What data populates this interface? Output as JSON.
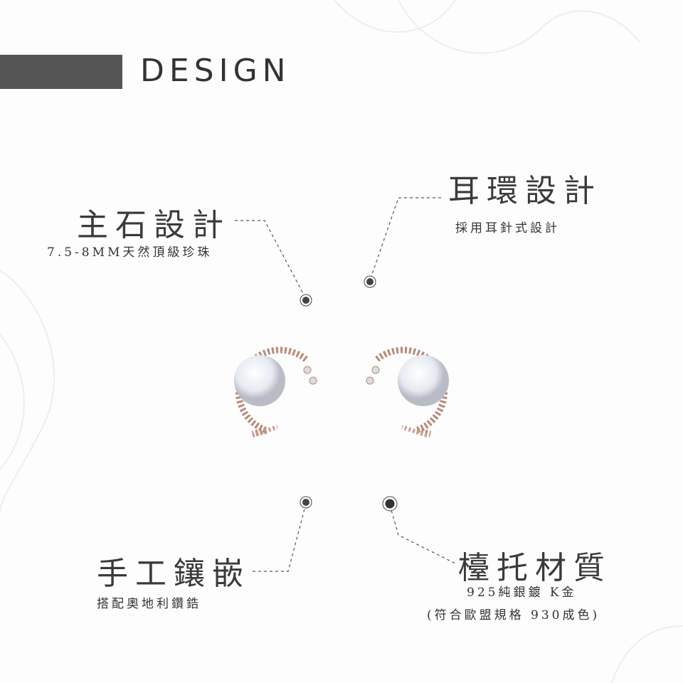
{
  "header": {
    "title": "DESIGN"
  },
  "features": [
    {
      "title": "主石設計",
      "lines": [
        "7.5-8MM天然頂級珍珠"
      ]
    },
    {
      "title": "耳環設計",
      "lines": [
        "採用耳針式設計"
      ]
    },
    {
      "title": "手工鑲嵌",
      "lines": [
        "搭配奧地利鑽鋯"
      ]
    },
    {
      "title": "檯托材質",
      "lines": [
        "925純銀鍍 K金",
        "(符合歐盟規格 930成色)"
      ]
    }
  ],
  "colors": {
    "accent": "#555555",
    "text": "#333333",
    "gold": "#b88a78"
  }
}
